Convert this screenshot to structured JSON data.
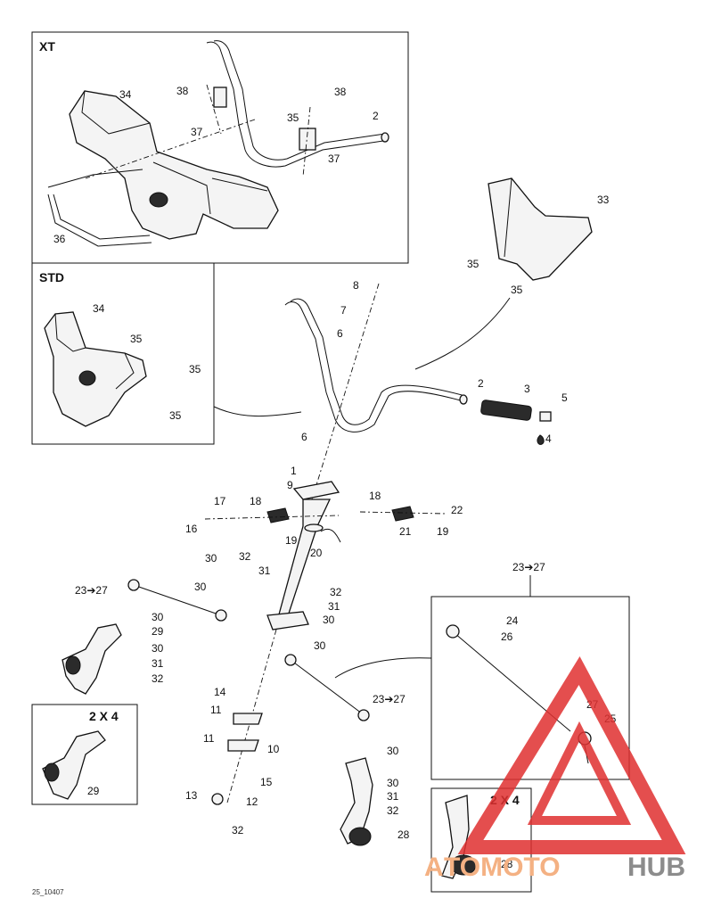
{
  "panels": {
    "xt": "XT",
    "std": "STD",
    "two_wd_left": "2 X 4",
    "two_wd_right": "2 X 4",
    "tie_rod_ref": "23➔27"
  },
  "callouts": {
    "c34xt": "34",
    "c38a": "38",
    "c38b": "38",
    "c35a": "35",
    "c2xt": "2",
    "c37a": "37",
    "c37b": "37",
    "c36": "36",
    "c33": "33",
    "c35b": "35",
    "c35c": "35",
    "c34std": "34",
    "c35d": "35",
    "c35e": "35",
    "c35f": "35",
    "c8": "8",
    "c7": "7",
    "c6a": "6",
    "c2": "2",
    "c3": "3",
    "c5": "5",
    "c4": "4",
    "c6b": "6",
    "c1": "1",
    "c9": "9",
    "c17": "17",
    "c18a": "18",
    "c16": "16",
    "c19a": "19",
    "c18b": "18",
    "c22": "22",
    "c21": "21",
    "c19b": "19",
    "c20": "20",
    "c32a": "32",
    "c30a": "30",
    "c31a": "31",
    "c23a": "23➔27",
    "c30b": "30",
    "c32b": "32",
    "c31b": "31",
    "c30c": "30",
    "c30d": "30",
    "c30e": "30",
    "c29a": "29",
    "c30f": "30",
    "c31c": "31",
    "c32c": "32",
    "c24": "24",
    "c26": "26",
    "c27": "27",
    "c25": "25",
    "c14": "14",
    "c11a": "11",
    "c11b": "11",
    "c10": "10",
    "c15": "15",
    "c23b": "23➔27",
    "c30g": "30",
    "c30h": "30",
    "c31d": "31",
    "c32d": "32",
    "c28a": "28",
    "c29b": "29",
    "c13": "13",
    "c12": "12",
    "c32e": "32",
    "c28b": "28"
  },
  "ref_code": "25_10407",
  "watermark": {
    "part1": "A",
    "part2": "TOMOTO",
    "part3": "HUB",
    "accent": "#f4b183",
    "gray": "#8c8c8c",
    "red": "#e03030"
  }
}
